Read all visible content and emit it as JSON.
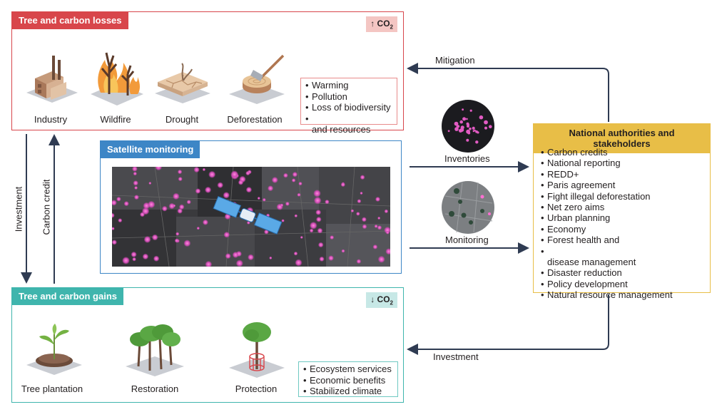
{
  "losses": {
    "title": "Tree and carbon losses",
    "co2": {
      "arrow": "↑",
      "label": "CO",
      "sub": "2"
    },
    "icons": [
      {
        "name": "industry-icon",
        "label": "Industry"
      },
      {
        "name": "wildfire-icon",
        "label": "Wildfire"
      },
      {
        "name": "drought-icon",
        "label": "Drought"
      },
      {
        "name": "deforestation-icon",
        "label": "Deforestation"
      }
    ],
    "effects": [
      "Warming",
      "Pollution",
      "Loss of biodiversity",
      "and resources"
    ]
  },
  "gains": {
    "title": "Tree and carbon gains",
    "co2": {
      "arrow": "↓",
      "label": "CO",
      "sub": "2"
    },
    "icons": [
      {
        "name": "tree-plantation-icon",
        "label": "Tree plantation"
      },
      {
        "name": "restoration-icon",
        "label": "Restoration"
      },
      {
        "name": "protection-icon",
        "label": "Protection"
      }
    ],
    "effects": [
      "Ecosystem services",
      "Economic benefits",
      "Stabilized climate"
    ]
  },
  "satellite": {
    "title": "Satellite monitoring"
  },
  "national": {
    "title": "National authorities and stakeholders",
    "items": [
      "Carbon credits",
      "National reporting",
      "REDD+",
      "Paris agreement",
      "Fight illegal deforestation",
      "Net zero aims",
      "Urban planning",
      "Economy",
      "Forest health and",
      "disease management",
      "Disaster reduction",
      "Policy development",
      "Natural resource management"
    ]
  },
  "flows": {
    "mitigation": "Mitigation",
    "inventories": "Inventories",
    "monitoring": "Monitoring",
    "investment_bottom": "Investment",
    "investment_left": "Investment",
    "carbon_credit": "Carbon credit"
  },
  "colors": {
    "losses": "#d8464b",
    "gains": "#3fb5ad",
    "satellite": "#3d86c6",
    "national": "#e8be47",
    "arrow": "#2f3b52"
  }
}
